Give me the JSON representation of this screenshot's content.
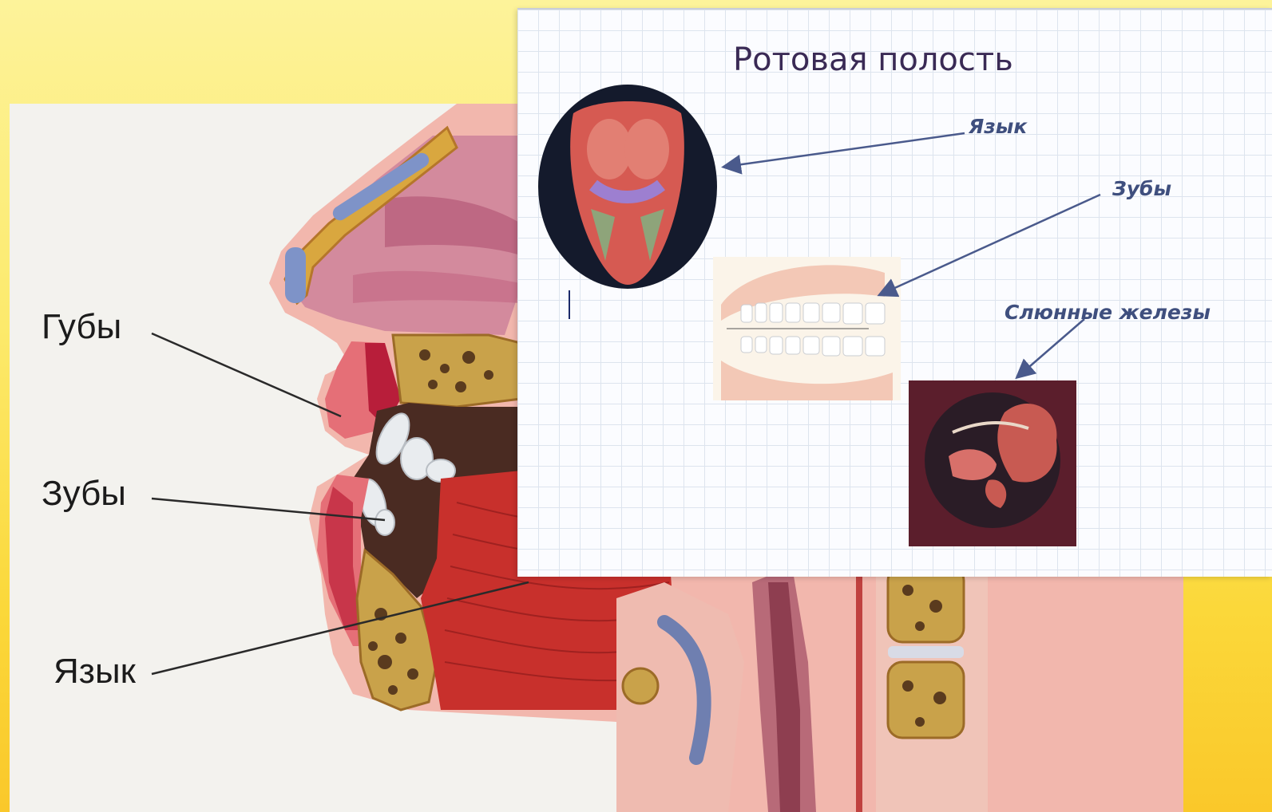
{
  "diagram": {
    "labels": [
      {
        "key": "lips",
        "text": "Губы"
      },
      {
        "key": "teeth",
        "text": "Зубы"
      },
      {
        "key": "tongue",
        "text": "Язык"
      }
    ]
  },
  "slide": {
    "title": "Ротовая полость",
    "labels": [
      {
        "key": "tongue",
        "text": "Язык"
      },
      {
        "key": "teeth",
        "text": "Зубы"
      },
      {
        "key": "salivary",
        "text": "Слюнные железы"
      }
    ]
  }
}
